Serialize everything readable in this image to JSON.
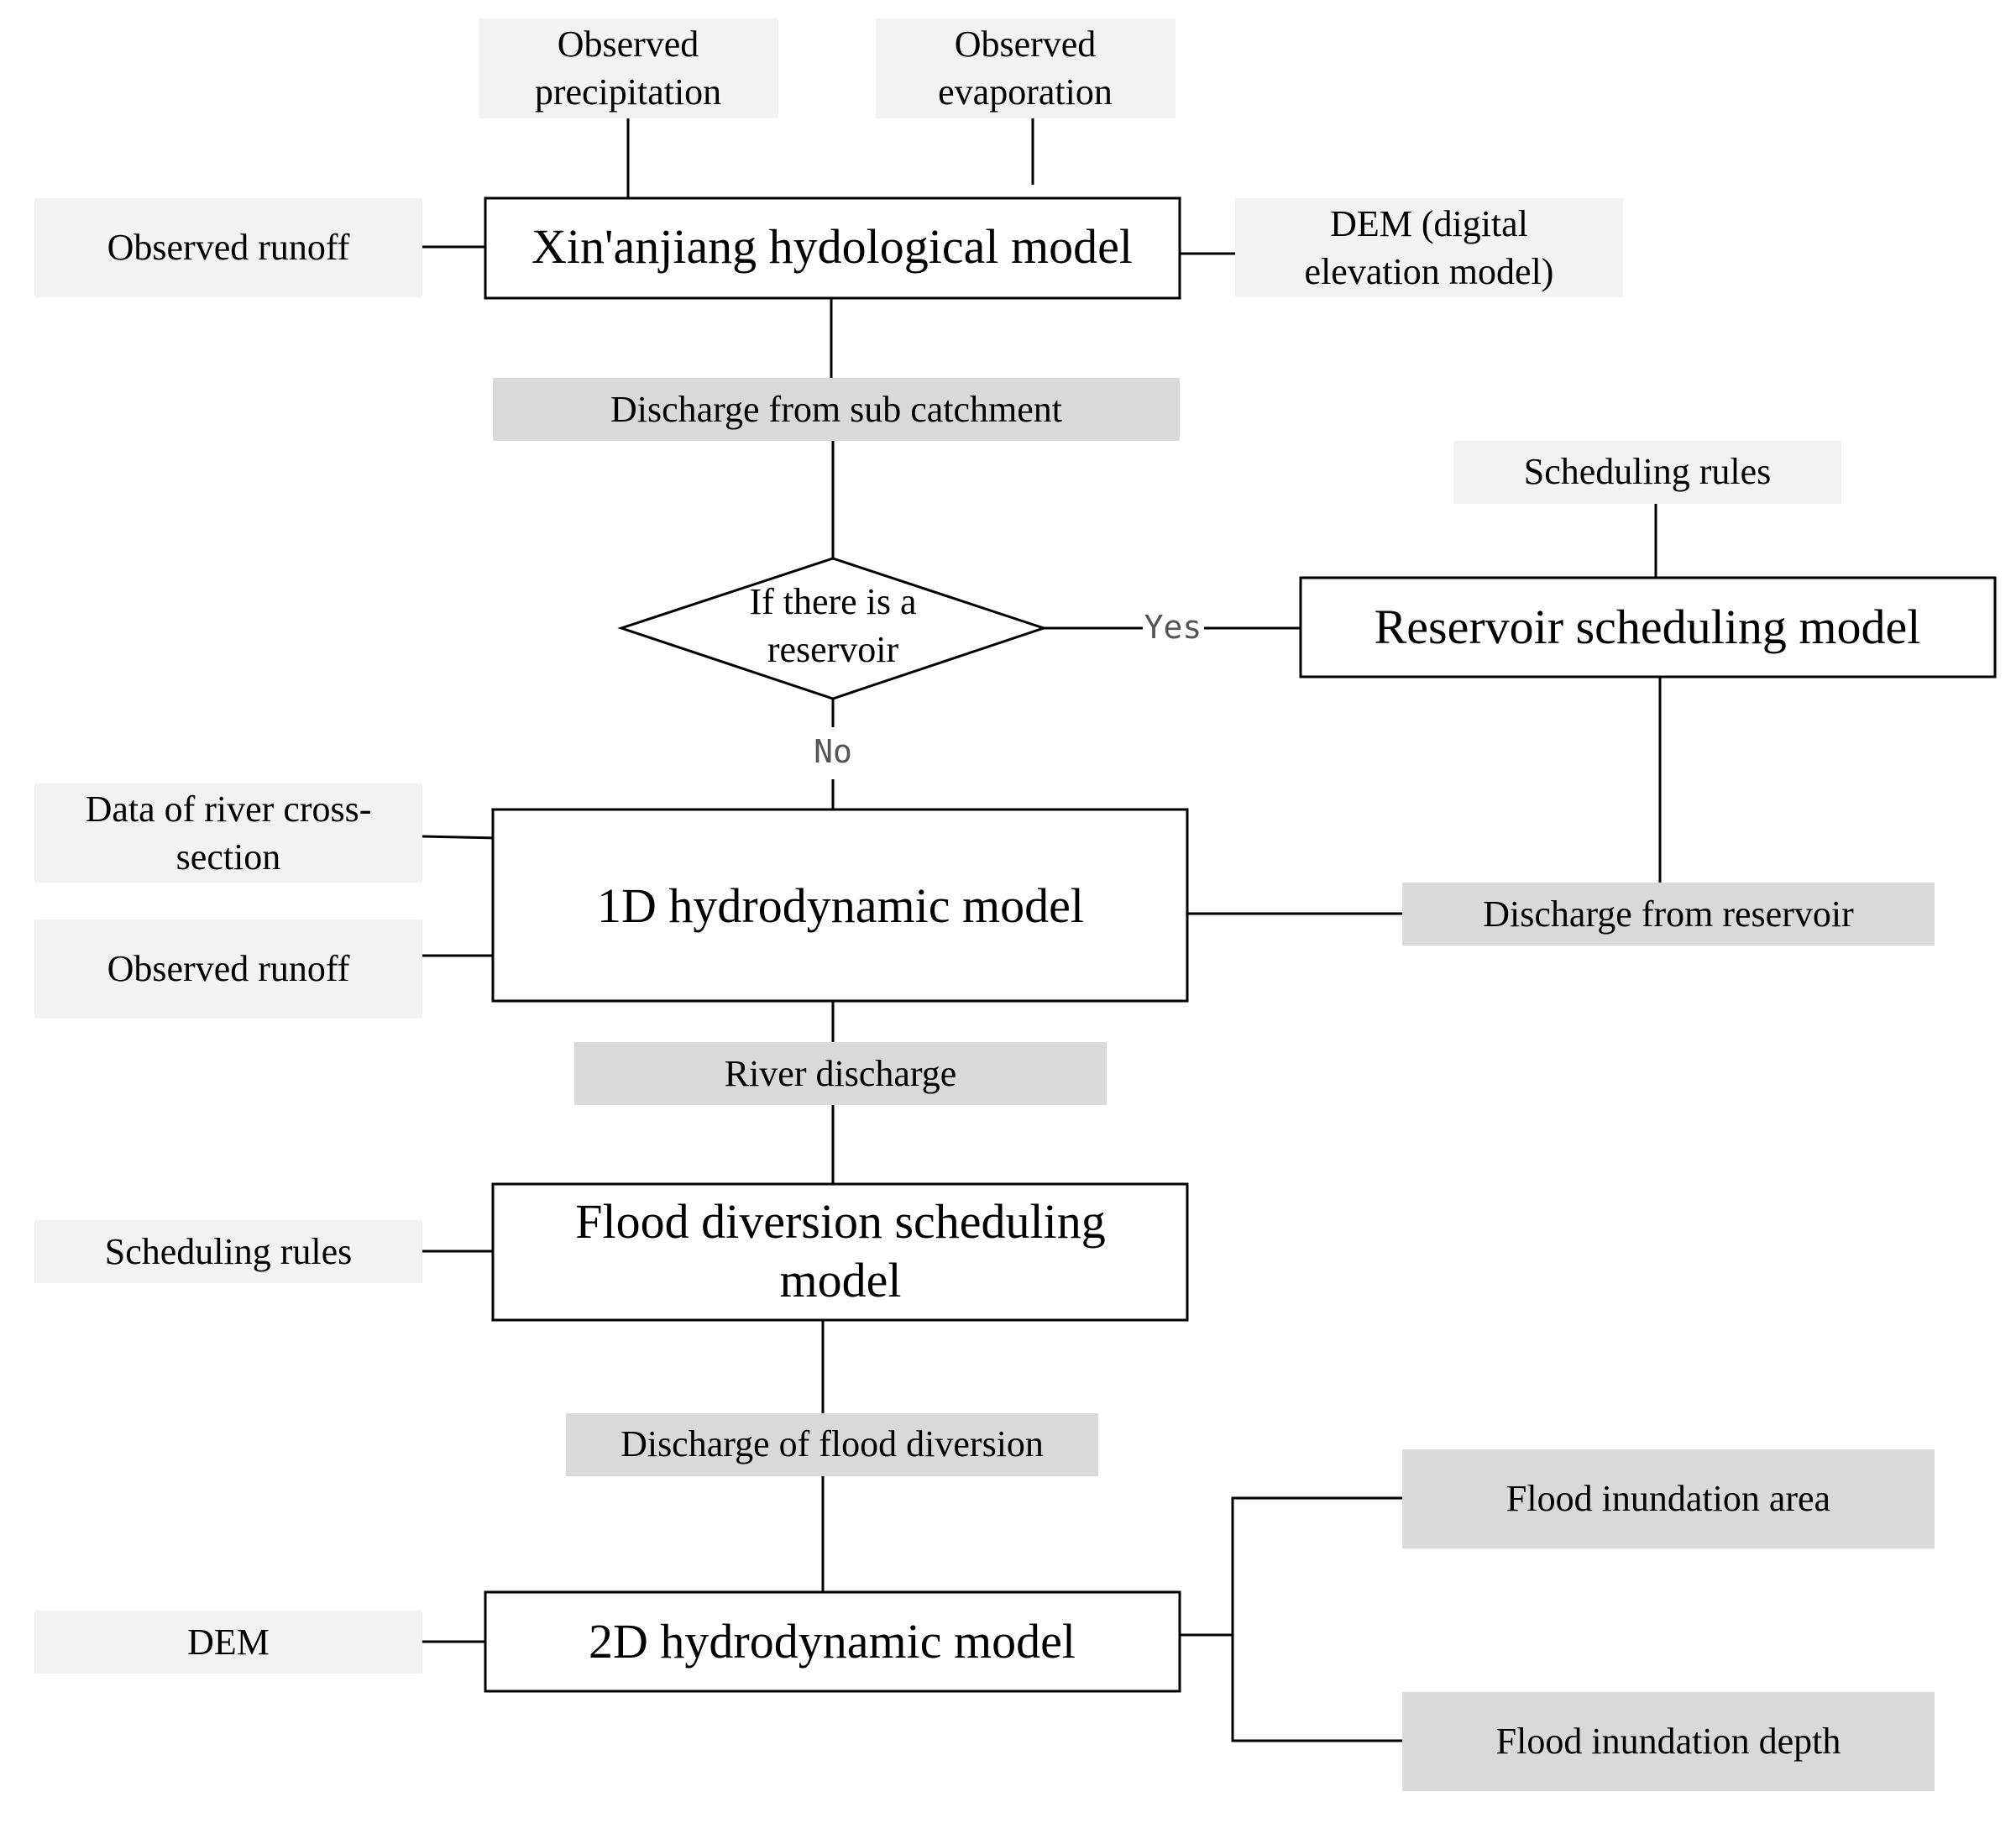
{
  "models": {
    "xinanjiang": "Xin'anjiang hydological model",
    "reservoir": "Reservoir scheduling model",
    "hydro1d": "1D hydrodynamic model",
    "flood_diversion": [
      "Flood diversion scheduling",
      "model"
    ],
    "hydro2d": "2D hydrodynamic model"
  },
  "inputs": {
    "observed_precipitation": [
      "Observed",
      "precipitation"
    ],
    "observed_evaporation": [
      "Observed",
      "evaporation"
    ],
    "observed_runoff_top": "Observed runoff",
    "dem_digital": [
      "DEM (digital",
      "elevation model)"
    ],
    "scheduling_rules_reservoir": "Scheduling rules",
    "river_cross_section": [
      "Data of river cross-",
      "section"
    ],
    "observed_runoff_1d": "Observed runoff",
    "scheduling_rules_diversion": "Scheduling rules",
    "dem": "DEM"
  },
  "flows": {
    "discharge_sub_catchment": "Discharge from sub catchment",
    "discharge_reservoir": "Discharge from reservoir",
    "river_discharge": "River discharge",
    "discharge_flood_diversion": "Discharge of flood diversion"
  },
  "outputs": {
    "inundation_area": "Flood inundation area",
    "inundation_depth": "Flood inundation depth"
  },
  "decision": {
    "question": [
      "If there is a",
      "reservoir"
    ],
    "yes": "Yes",
    "no": "No"
  },
  "colors": {
    "input_fill": "#f2f2f2",
    "flow_fill": "#d9d9d9",
    "stroke": "#000000"
  }
}
